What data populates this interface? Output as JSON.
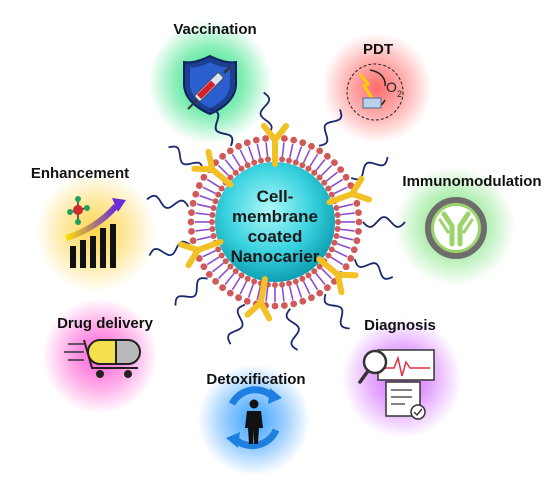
{
  "core": {
    "lines": [
      "Cell-",
      "membrane",
      "coated",
      "Nanocarier"
    ]
  },
  "applications": [
    {
      "label": "Vaccination",
      "glow": "#22e07a",
      "icon": "shield-syringe-icon"
    },
    {
      "label": "PDT",
      "glow": "#ff6b6b",
      "icon": "singlet-oxygen-icon"
    },
    {
      "label": "Immunomodulation",
      "glow": "#5fd35f",
      "icon": "antibody-icon"
    },
    {
      "label": "Diagnosis",
      "glow": "#d060ff",
      "icon": "magnifier-report-icon"
    },
    {
      "label": "Detoxification",
      "glow": "#3aa0ff",
      "icon": "human-cycle-icon"
    },
    {
      "label": "Drug delivery",
      "glow": "#ff5ad2",
      "icon": "capsule-cart-icon"
    },
    {
      "label": "Enhancement",
      "glow": "#ffc93a",
      "icon": "growth-chart-icon"
    }
  ],
  "pdt_formula": {
    "o": "O",
    "sub": "2"
  },
  "colors": {
    "core_center": "#7ff5f5",
    "core_edge": "#12b5c9",
    "lipid_head": "#d05a5a",
    "lipid_tail": "#8a4fd0",
    "protein": "#f2c125",
    "strand": "#1b2a6b"
  }
}
